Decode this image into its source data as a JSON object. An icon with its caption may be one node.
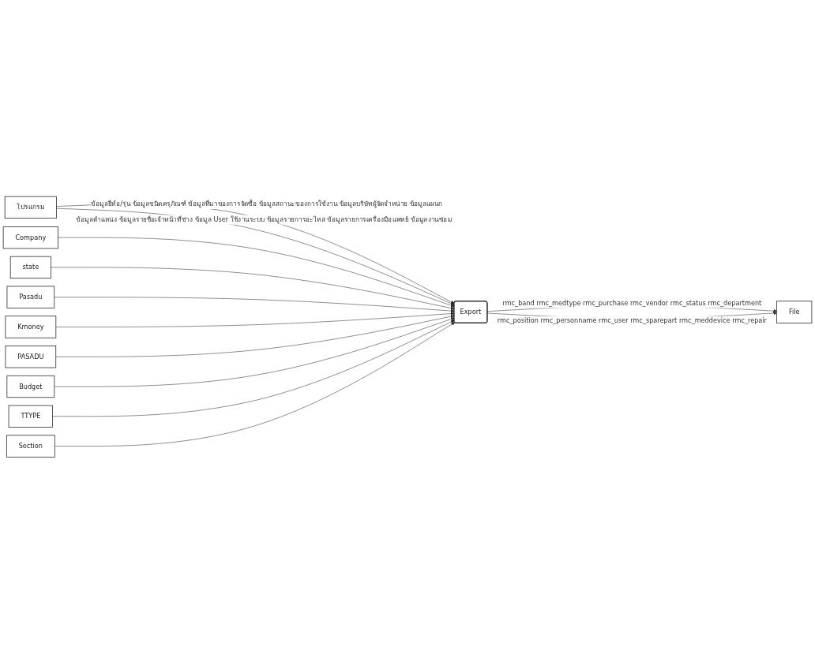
{
  "diagram": {
    "nodes": [
      {
        "text": [
          "โปรแกรม"
        ]
      },
      {
        "text": [
          "Company"
        ]
      },
      {
        "text": [
          "state"
        ]
      },
      {
        "text": [
          "Pasadu"
        ]
      },
      {
        "text": [
          "Kmoney"
        ]
      },
      {
        "text": [
          "PASADU"
        ]
      },
      {
        "text": [
          "Export"
        ]
      },
      {
        "text": [
          "TTYPE"
        ]
      },
      {
        "text": [
          "Budget"
        ]
      },
      {
        "text": [
          "Section"
        ]
      },
      {
        "text": [
          "File"
        ]
      }
    ],
    "edges": [
      {
        "from": 0,
        "to": 6,
        "arrow": "to",
        "label": "ข้อมูลยี่ห้อ/รุ่น ข้อมูลชนิดครุภัณฑ์ ข้อมูลที่มาของการจัดซื้อ ข้อมูลสถานะของการใช้งาน ข้อมูลบริษัทผู้จัดจำหน่าย ข้อมูลแผนก"
      },
      {
        "from": 0,
        "to": 6,
        "arrow": "to",
        "label": "ข้อมูลตำแหน่ง ข้อมูลรายชื่อเจ้าหน้าที่ช่าง ข้อมูล User ใช้งานระบบ ข้อมูลรายการอะไหล่ ข้อมูลรายการเครื่องมือแพทย์ ข้อมูลงานซ่อม"
      },
      {
        "from": 1,
        "to": 6,
        "arrow": "to"
      },
      {
        "from": 2,
        "to": 6,
        "arrow": "to"
      },
      {
        "from": 3,
        "to": 6,
        "arrow": "to"
      },
      {
        "from": 4,
        "to": 6,
        "arrow": "to"
      },
      {
        "from": 5,
        "to": 6,
        "arrow": "to"
      },
      {
        "from": 8,
        "to": 6,
        "arrow": "to"
      },
      {
        "from": 7,
        "to": 6,
        "arrow": "to"
      },
      {
        "from": 9,
        "to": 6,
        "arrow": "to"
      },
      {
        "from": 6,
        "to": 10,
        "arrow": "to",
        "label": "rmc_band rmc_medtype rmc_purchase rmc_vendor rmc_status rmc_department"
      },
      {
        "from": 6,
        "to": 10,
        "arrow": "to",
        "label": "rmc_position rmc_personname rmc_user rmc_sparepart rmc_meddevice rmc_repair"
      }
    ]
  }
}
